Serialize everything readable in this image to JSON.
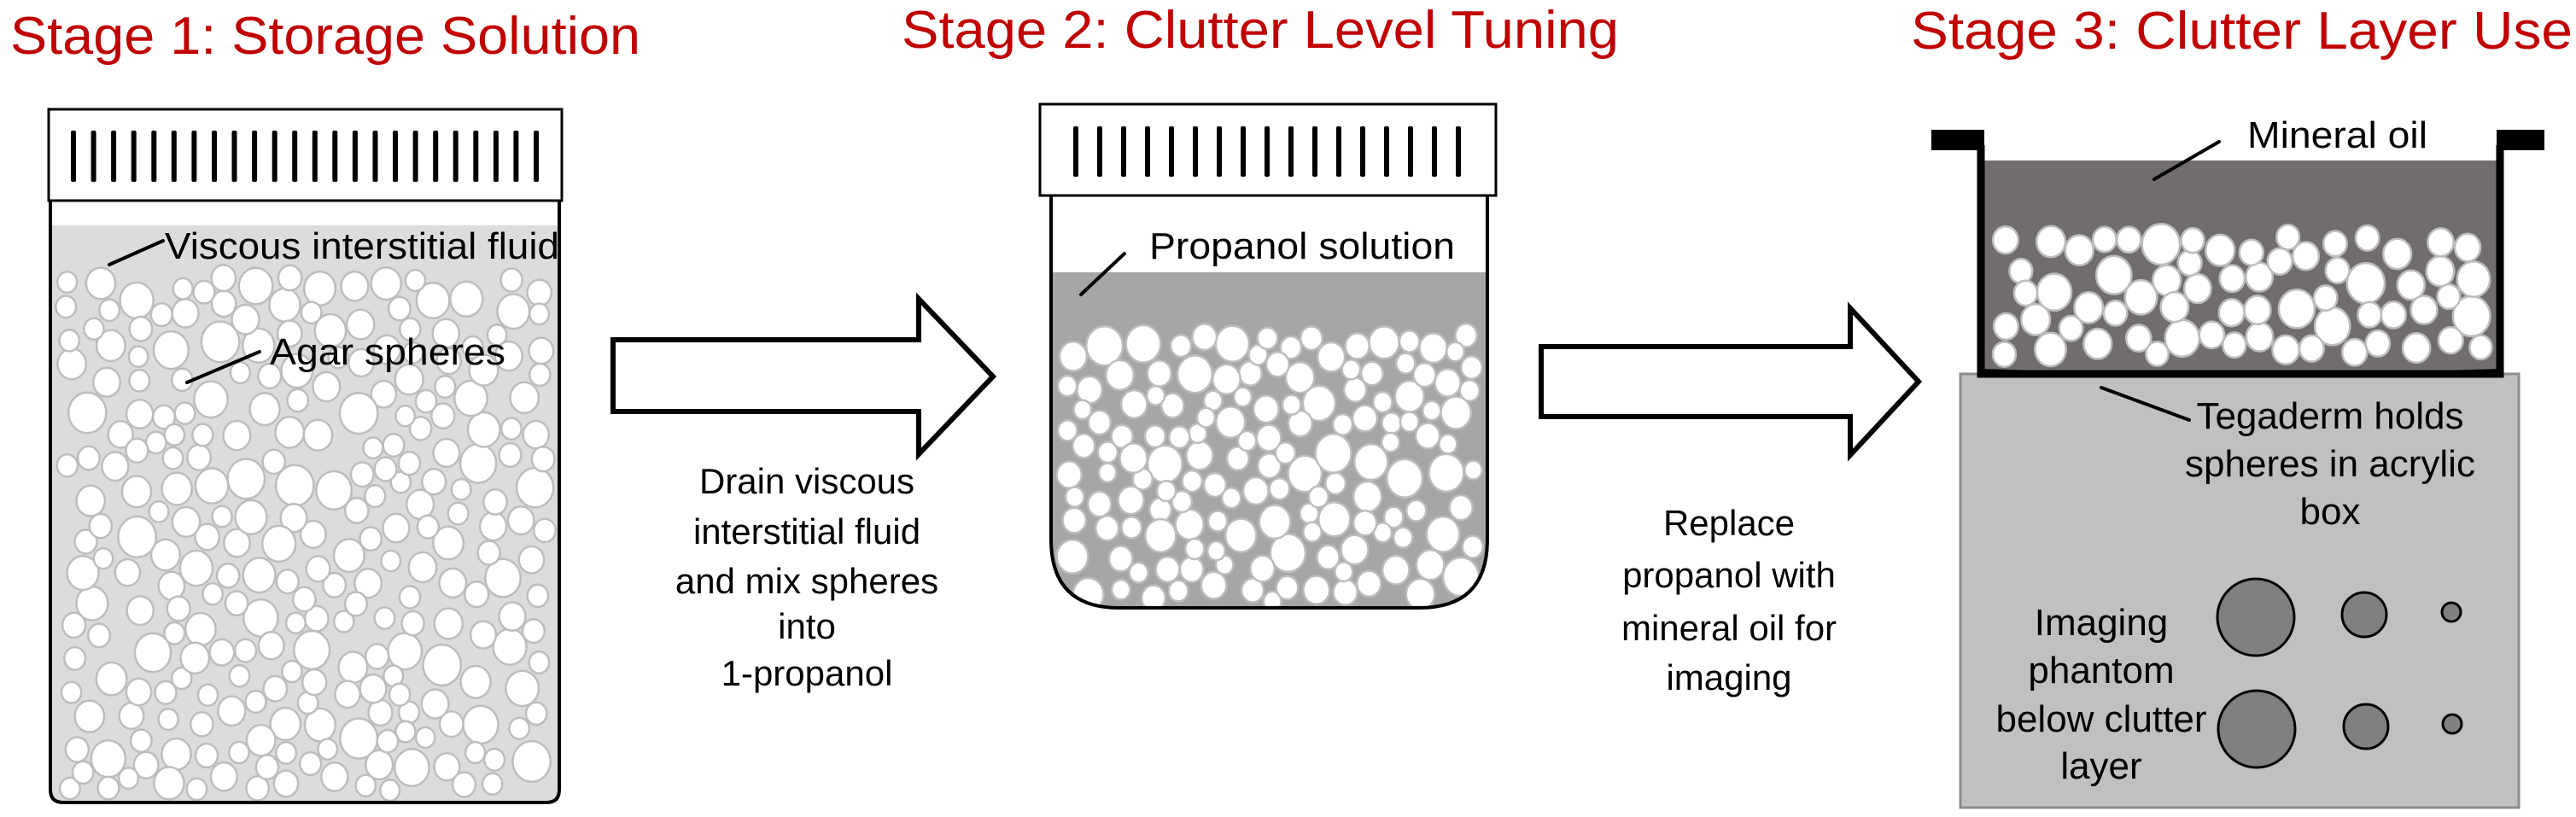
{
  "figure": {
    "colors": {
      "title": "#c00000",
      "text": "#000000",
      "storage_fluid": "#dcdcdc",
      "propanol": "#a6a6a6",
      "mineral_oil": "#716d6e",
      "acrylic_block": "#c0c0c0",
      "sphere_fill": "#ffffff",
      "sphere_outline": "#bdbdbd",
      "phantom_target": "#808080"
    },
    "stages": [
      {
        "title": "Stage 1: Storage Solution",
        "labels": {
          "fluid": "Viscous interstitial fluid",
          "spheres": "Agar spheres"
        }
      },
      {
        "title": "Stage 2: Clutter Level Tuning",
        "labels": {
          "fluid": "Propanol solution"
        }
      },
      {
        "title": "Stage 3: Clutter Layer Use",
        "labels": {
          "oil": "Mineral oil",
          "tegaderm": [
            "Tegaderm holds",
            "spheres in acrylic",
            "box"
          ],
          "phantom": [
            "Imaging",
            "phantom",
            "below clutter",
            "layer"
          ]
        }
      }
    ],
    "transitions": [
      {
        "from": "Stage 1",
        "to": "Stage 2",
        "lines": [
          "Drain viscous",
          "interstitial fluid",
          "and mix spheres",
          "into",
          "1-propanol"
        ]
      },
      {
        "from": "Stage 2",
        "to": "Stage 3",
        "lines": [
          "Replace",
          "propanol with",
          "mineral oil for",
          "imaging"
        ]
      }
    ],
    "phantom_targets": {
      "rows": 2,
      "sizes": [
        "large",
        "medium",
        "small"
      ]
    }
  }
}
